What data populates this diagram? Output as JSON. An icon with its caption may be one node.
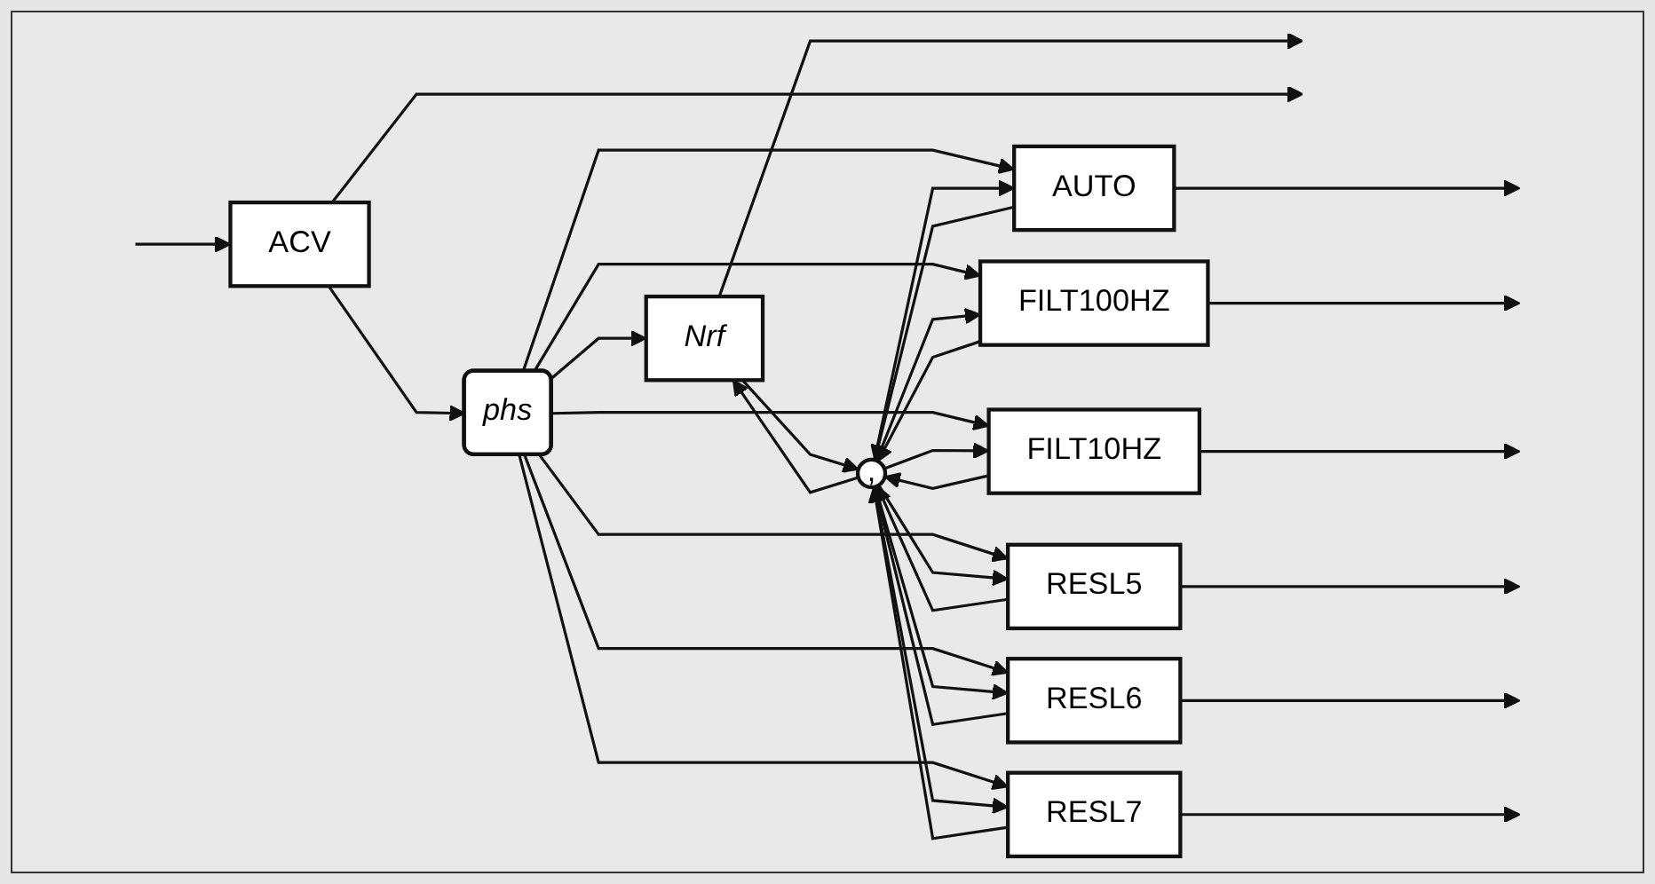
{
  "diagram": {
    "nodes": [
      {
        "text": [
          "ACV"
        ]
      },
      {
        "text": [
          "phs"
        ]
      },
      {
        "text": [
          "Nrf"
        ]
      },
      {
        "text": [
          "AUTO"
        ]
      },
      {
        "text": [
          "FILT100HZ"
        ]
      },
      {
        "text": [
          "FILT10HZ"
        ]
      },
      {
        "text": [
          "RESL5"
        ]
      },
      {
        "text": [
          "RESL6"
        ]
      },
      {
        "text": [
          "RESL7"
        ]
      },
      {
        "text": [
          ","
        ]
      }
    ],
    "edges": [
      {
        "from": null,
        "to": 0,
        "arrow": "to"
      },
      {
        "from": 0,
        "to": 1,
        "arrow": "to"
      },
      {
        "from": 1,
        "to": 2,
        "arrow": "to"
      },
      {
        "from": 1,
        "to": 3,
        "arrow": "to"
      },
      {
        "from": 1,
        "to": 4,
        "arrow": "to"
      },
      {
        "from": 1,
        "to": 5,
        "arrow": "to"
      },
      {
        "from": 1,
        "to": 6,
        "arrow": "to"
      },
      {
        "from": 1,
        "to": 7,
        "arrow": "to"
      },
      {
        "from": 1,
        "to": 8,
        "arrow": "to"
      },
      {
        "from": 2,
        "to": 9,
        "arrow": "to"
      },
      {
        "from": 3,
        "to": 9,
        "arrow": "to"
      },
      {
        "from": 4,
        "to": 9,
        "arrow": "to"
      },
      {
        "from": 5,
        "to": 9,
        "arrow": "to"
      },
      {
        "from": 6,
        "to": 9,
        "arrow": "to"
      },
      {
        "from": 7,
        "to": 9,
        "arrow": "to"
      },
      {
        "from": 8,
        "to": 9,
        "arrow": "to"
      },
      {
        "from": 9,
        "to": 2,
        "arrow": "to"
      },
      {
        "from": 9,
        "to": 3,
        "arrow": "to"
      },
      {
        "from": 9,
        "to": 4,
        "arrow": "to"
      },
      {
        "from": 9,
        "to": 5,
        "arrow": "to"
      },
      {
        "from": 9,
        "to": 6,
        "arrow": "to"
      },
      {
        "from": 9,
        "to": 7,
        "arrow": "to"
      },
      {
        "from": 9,
        "to": 8,
        "arrow": "to"
      },
      {
        "from": 2,
        "to": null,
        "arrow": "to"
      },
      {
        "from": 3,
        "to": null,
        "arrow": "to"
      },
      {
        "from": 4,
        "to": null,
        "arrow": "to"
      },
      {
        "from": 5,
        "to": null,
        "arrow": "to"
      },
      {
        "from": 6,
        "to": null,
        "arrow": "to"
      },
      {
        "from": 7,
        "to": null,
        "arrow": "to"
      },
      {
        "from": 8,
        "to": null,
        "arrow": "to"
      },
      {
        "from": 0,
        "to": null,
        "arrow": "to"
      }
    ]
  }
}
